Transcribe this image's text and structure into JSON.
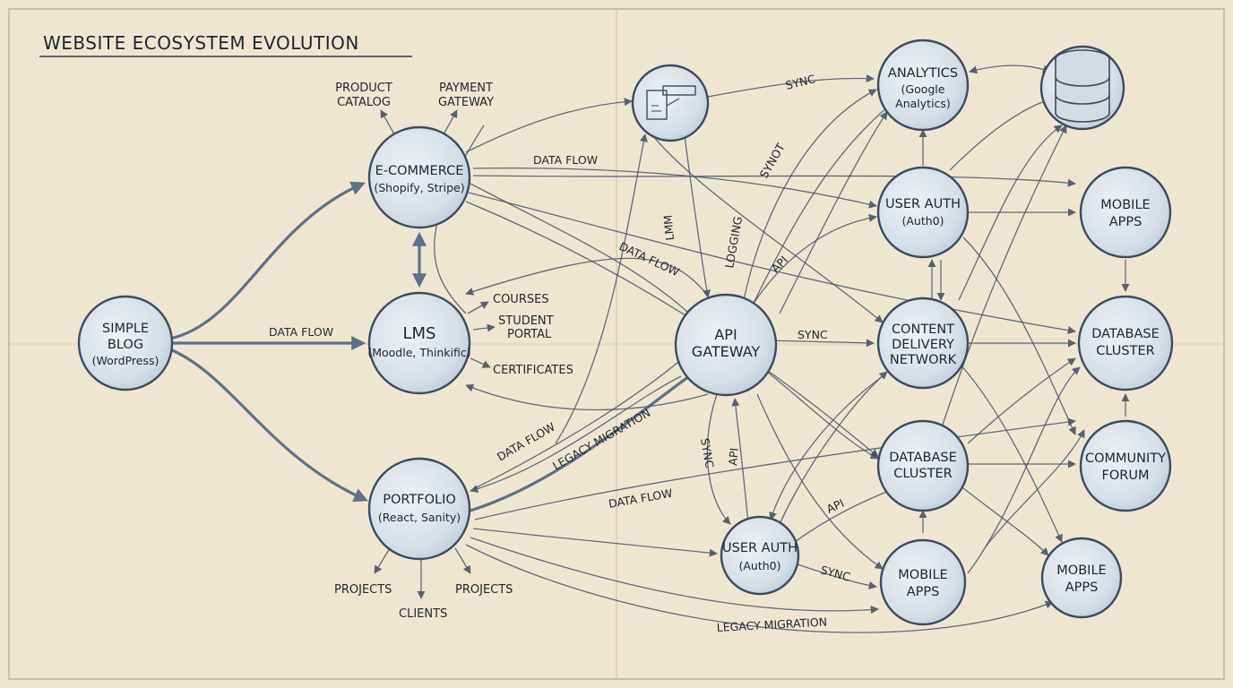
{
  "title": "WEBSITE ECOSYSTEM EVOLUTION",
  "nodes": {
    "blog": {
      "line1": "SIMPLE",
      "line2": "BLOG",
      "line3": "(WordPress)"
    },
    "ecommerce": {
      "line1": "E-COMMERCE",
      "line2": "(Shopify, Stripe)"
    },
    "lms": {
      "line1": "LMS",
      "line2": "(Moodle, Thinkific)"
    },
    "portfolio": {
      "line1": "PORTFOLIO",
      "line2": "(React, Sanity)"
    },
    "api": {
      "line1": "API",
      "line2": "GATEWAY"
    },
    "analytics": {
      "line1": "ANALYTICS",
      "line2": "(Google",
      "line3": "Analytics)"
    },
    "auth1": {
      "line1": "USER AUTH",
      "line2": "(Auth0)"
    },
    "cdn": {
      "line1": "CONTENT",
      "line2": "DELIVERY",
      "line3": "NETWORK"
    },
    "dbc1": {
      "line1": "DATABASE",
      "line2": "CLUSTER"
    },
    "auth2": {
      "line1": "USER AUTH",
      "line2": "(Auth0)"
    },
    "mobile1": {
      "line1": "MOBILE",
      "line2": "APPS"
    },
    "mobile2": {
      "line1": "MOBILE",
      "line2": "APPS"
    },
    "mobile3": {
      "line1": "MOBILE",
      "line2": "APPS"
    },
    "dbc2": {
      "line1": "DATABASE",
      "line2": "CLUSTER"
    },
    "forum": {
      "line1": "COMMUNITY",
      "line2": "FORUM"
    }
  },
  "leaves": {
    "product_catalog": {
      "line1": "PRODUCT",
      "line2": "CATALOG"
    },
    "payment_gateway": {
      "line1": "PAYMENT",
      "line2": "GATEWAY"
    },
    "courses": "COURSES",
    "student_portal": {
      "line1": "STUDENT",
      "line2": "PORTAL"
    },
    "certificates": "CERTIFICATES",
    "projects_left": "PROJECTS",
    "clients": "CLIENTS",
    "projects_right": "PROJECTS"
  },
  "edge_labels": {
    "blog_lms": "DATA FLOW",
    "eco_data_flow": "DATA FLOW",
    "sync_top": "SYNC",
    "synot": "SYNOT",
    "logging": "LOGGING",
    "lmm": "LMM",
    "data_flow_mid": "DATA FLOW",
    "api_up": "API",
    "api_sync": "SYNC",
    "data_flow_portfolio": "DATA FLOW",
    "legacy_upper": "LEGACY MIGRATION",
    "data_flow_low": "DATA FLOW",
    "sync_down": "SYNC",
    "api_down": "API",
    "api_low": "API",
    "sync_low": "SYNC",
    "legacy_bottom": "LEGACY MIGRATION"
  }
}
